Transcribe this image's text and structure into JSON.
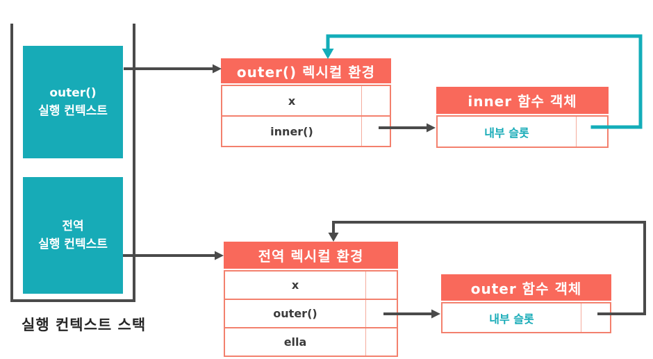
{
  "colors": {
    "teal": "#17abb7",
    "salmon": "#f9695b",
    "salmon_border": "#f3806d",
    "dark_line": "#4a4a4a",
    "row_text": "#3b3b3b"
  },
  "stack": {
    "label": "실행 컨텍스트 스택",
    "frames": [
      {
        "line1": "outer()",
        "line2": "실행 컨텍스트"
      },
      {
        "line1": "전역",
        "line2": "실행 컨텍스트"
      }
    ]
  },
  "tables": {
    "outer_lexical": {
      "title": "outer() 렉시컬 환경",
      "rows": [
        "x",
        "inner()"
      ]
    },
    "inner_object": {
      "title": "inner 함수 객체",
      "rows": [
        "내부 슬롯"
      ]
    },
    "global_lexical": {
      "title": "전역 렉시컬 환경",
      "rows": [
        "x",
        "outer()",
        "ella"
      ]
    },
    "outer_object": {
      "title": "outer 함수 객체",
      "rows": [
        "내부 슬롯"
      ]
    }
  }
}
